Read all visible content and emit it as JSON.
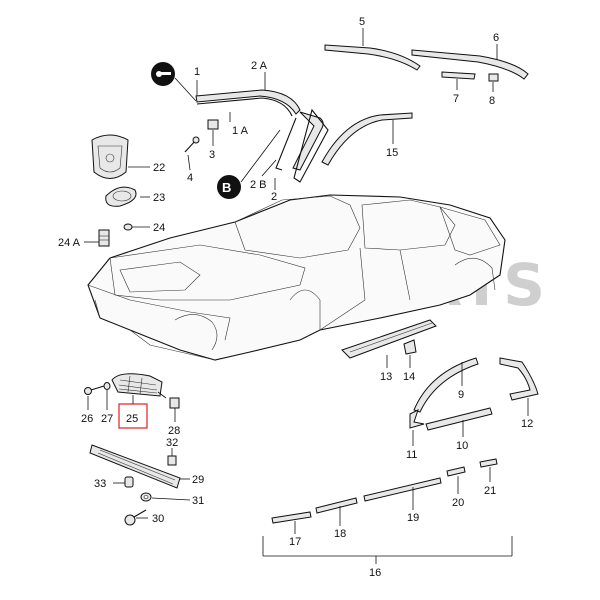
{
  "watermark": {
    "text": "AMPARTS",
    "color": "#cfcfcf"
  },
  "highlight_color": "#e02020",
  "labels": {
    "l1": "1",
    "l1A": "1 A",
    "l2A": "2 A",
    "l2": "2",
    "l2B": "2 B",
    "l3": "3",
    "l4": "4",
    "l5": "5",
    "l6": "6",
    "l7": "7",
    "l8": "8",
    "l9": "9",
    "l10": "10",
    "l11": "11",
    "l12": "12",
    "l13": "13",
    "l14": "14",
    "l15": "15",
    "l16": "16",
    "l17": "17",
    "l18": "18",
    "l19": "19",
    "l20": "20",
    "l21": "21",
    "l22": "22",
    "l23": "23",
    "l24": "24",
    "l24A": "24 A",
    "l25": "25",
    "l26": "26",
    "l27": "27",
    "l28": "28",
    "l29": "29",
    "l30": "30",
    "l31": "31",
    "l32": "32",
    "l33": "33"
  },
  "icons": {
    "key": "key-icon",
    "glue": "glue-icon",
    "badge": "porsche-crest-icon"
  }
}
